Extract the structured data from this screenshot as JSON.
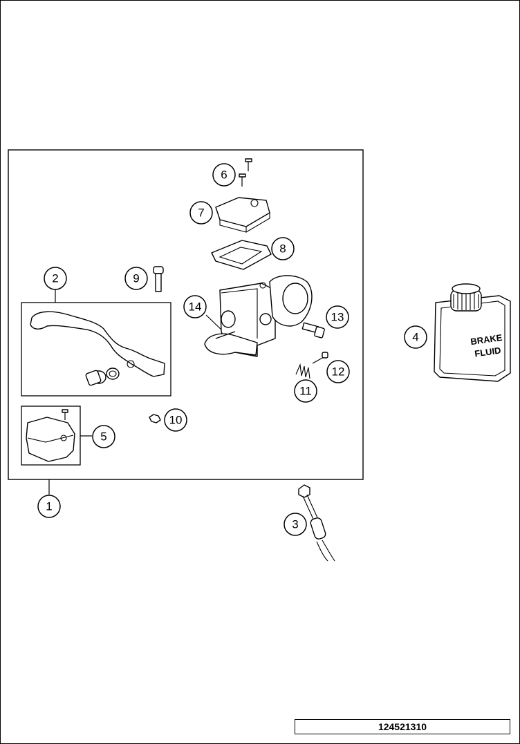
{
  "callouts": [
    {
      "id": "c1",
      "label": "1"
    },
    {
      "id": "c2",
      "label": "2"
    },
    {
      "id": "c3",
      "label": "3"
    },
    {
      "id": "c4",
      "label": "4"
    },
    {
      "id": "c5",
      "label": "5"
    },
    {
      "id": "c6",
      "label": "6"
    },
    {
      "id": "c7",
      "label": "7"
    },
    {
      "id": "c8",
      "label": "8"
    },
    {
      "id": "c9",
      "label": "9"
    },
    {
      "id": "c10",
      "label": "10"
    },
    {
      "id": "c11",
      "label": "11"
    },
    {
      "id": "c12",
      "label": "12"
    },
    {
      "id": "c13",
      "label": "13"
    },
    {
      "id": "c14",
      "label": "14"
    }
  ],
  "brake_fluid": {
    "line1": "BRAKE",
    "line2": "FLUID"
  },
  "document_number": "124521310"
}
